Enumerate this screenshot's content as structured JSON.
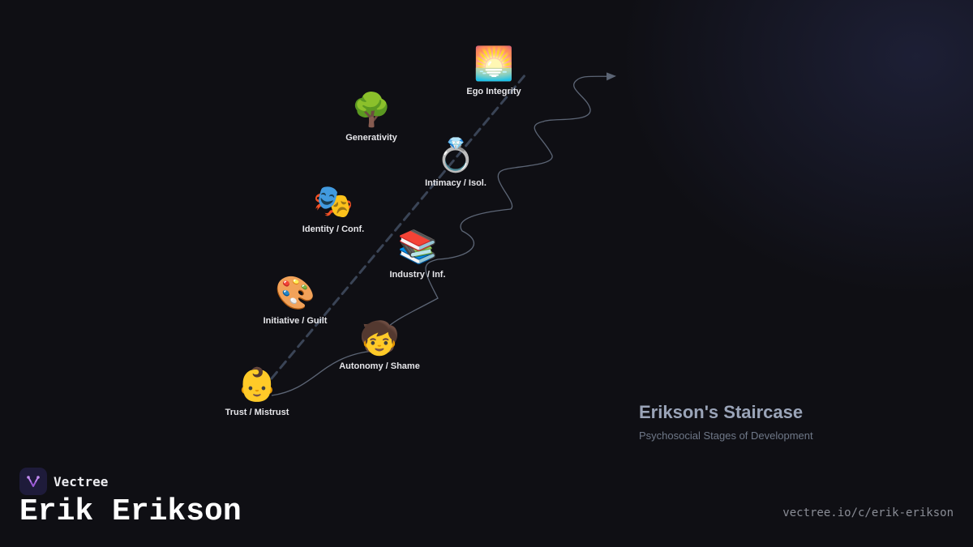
{
  "diagram": {
    "title": "Erikson's Staircase",
    "subtitle": "Psychosocial Stages of Development",
    "stages": [
      {
        "emoji": "👶",
        "label": "Trust / Mistrust"
      },
      {
        "emoji": "🧒",
        "label": "Autonomy / Shame"
      },
      {
        "emoji": "🎨",
        "label": "Initiative / Guilt"
      },
      {
        "emoji": "📚",
        "label": "Industry / Inf."
      },
      {
        "emoji": "🎭",
        "label": "Identity / Conf."
      },
      {
        "emoji": "💍",
        "label": "Intimacy / Isol."
      },
      {
        "emoji": "🌳",
        "label": "Generativity"
      },
      {
        "emoji": "🌅",
        "label": "Ego Integrity"
      }
    ],
    "colors": {
      "dashed_line": "#3a4456",
      "curve": "#5c6575",
      "arrow": "#5c6575"
    }
  },
  "brand": {
    "name": "Vectree",
    "logo_icon": "vectree-logo-icon"
  },
  "page": {
    "title": "Erik Erikson",
    "url": "vectree.io/c/erik-erikson"
  }
}
